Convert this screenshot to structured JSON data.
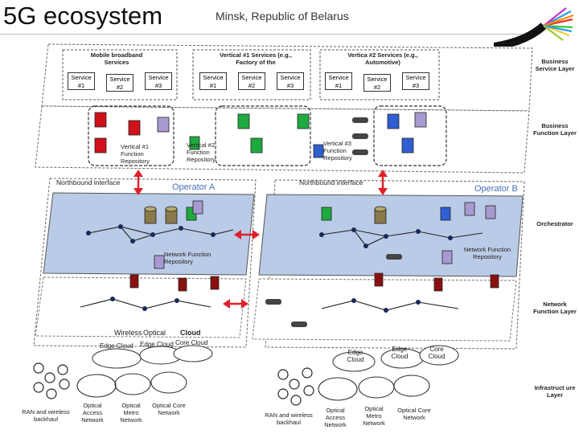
{
  "header": {
    "title": "5G ecosystem",
    "subtitle": "Minsk, Republic of Belarus"
  },
  "layers": {
    "business_service": "Business Service Layer",
    "business_function": "Business Function Layer",
    "orchestrator": "Orchestrator",
    "network_function": "Network Function Layer",
    "infrastructure": "Infrastruct ure Layer"
  },
  "groups": {
    "mobile_broadband": "Mobile broadband Services",
    "vertical1": "Vertical #1 Services (e.g., Factory of the",
    "vertical2": "Vertica #2 Services (e.g., Automotive)"
  },
  "services": {
    "mbb": [
      "Service #1",
      "Service #2",
      "Service #3"
    ],
    "v1": [
      "Service #1",
      "Service #2",
      "Service #3"
    ],
    "v2": [
      "Service #1",
      "Service #2",
      "Service #3"
    ]
  },
  "repositories": {
    "vertical1": "Vertical #1 Function Repository",
    "vertical2": "Vertical #2 Function Repository",
    "vertical3": "Vertical #3 Function Repository",
    "nf_a": "Network Function Repository",
    "nf_b": "Network Function Repository"
  },
  "interfaces": {
    "northbound_a": "Northbound interface",
    "northbound_b": "Northbound interface"
  },
  "operators": {
    "a": "Operator A",
    "b": "Operator B"
  },
  "domains_a": {
    "wireless": "Wireless",
    "optical": "Optical",
    "cloud": "Cloud"
  },
  "clouds_a": {
    "edge1": "Edge Cloud",
    "edge2": "Edge Cloud",
    "core": "Core Cloud"
  },
  "clouds_b": {
    "edge1": "Edge Cloud",
    "edge2": "Edge Cloud",
    "core": "Core Cloud"
  },
  "networks_a": {
    "ran": "RAN and wireless backhaul",
    "access": "Optical Access Network",
    "metro": "Optical Metro Network",
    "core": "Optical Core Network"
  },
  "networks_b": {
    "ran": "RAN and wireless backhaul",
    "access": "Optical Access Network",
    "metro": "Optical Metro Network",
    "core": "Optical Core Network"
  },
  "colors": {
    "accent": "#4a6fb5",
    "mbb": "#d0101a",
    "v1": "#1faa3f",
    "v2": "#2f5fd0",
    "repo": "#a89ad0",
    "orch_bg": "#b9cbe6",
    "arrow": "#e0202a"
  }
}
